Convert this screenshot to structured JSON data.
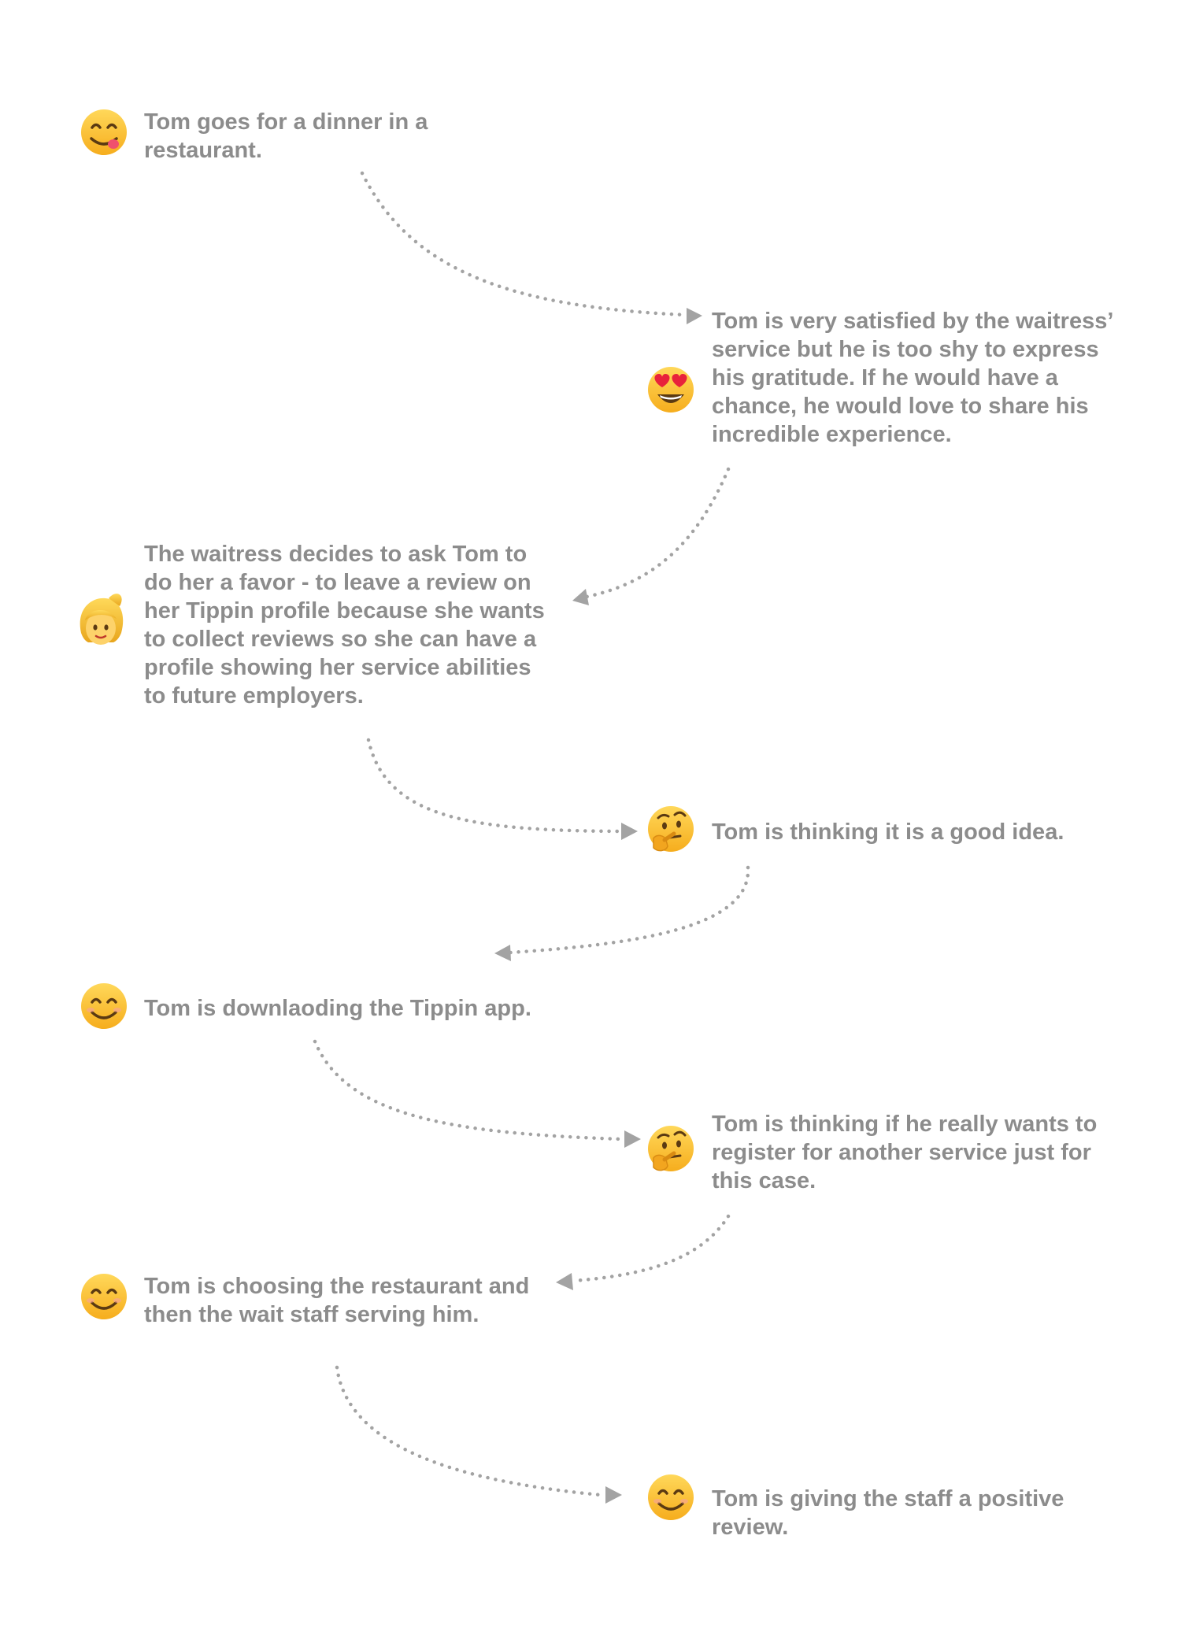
{
  "steps": [
    {
      "id": 1,
      "emoji": "yum-face-icon",
      "text": "Tom goes for a dinner in a restaurant."
    },
    {
      "id": 2,
      "emoji": "heart-eyes-face-icon",
      "text": "Tom is very satisfied by the waitress’ service but he is too shy to express his gratitude. If he would have a chance, he would love to share his incredible experience."
    },
    {
      "id": 3,
      "emoji": "woman-blonde-icon",
      "text": "The waitress decides to ask Tom to do her a favor - to leave a review on her Tippin profile because she wants to collect reviews so she can have a profile showing her service abilities to future employers."
    },
    {
      "id": 4,
      "emoji": "thinking-face-icon",
      "text": "Tom is thinking it is a good idea."
    },
    {
      "id": 5,
      "emoji": "smiling-face-icon",
      "text": "Tom is downlaoding the Tippin app."
    },
    {
      "id": 6,
      "emoji": "thinking-face-icon",
      "text": "Tom is thinking if he really wants to register for another service just for this case."
    },
    {
      "id": 7,
      "emoji": "smiling-face-icon",
      "text": "Tom is choosing the restaurant and then the wait staff serving him."
    },
    {
      "id": 8,
      "emoji": "smiling-face-icon",
      "text": "Tom is giving the staff a positive review."
    }
  ],
  "colors": {
    "text": "#8c8c8c",
    "connector": "#a3a3a3",
    "face": "#fbc531",
    "face_shadow": "#e8a317",
    "eye": "#5b3a12",
    "heart": "#e8223b",
    "tongue": "#f0506e",
    "hair": "#f3c23c",
    "skin": "#fdd26a"
  }
}
